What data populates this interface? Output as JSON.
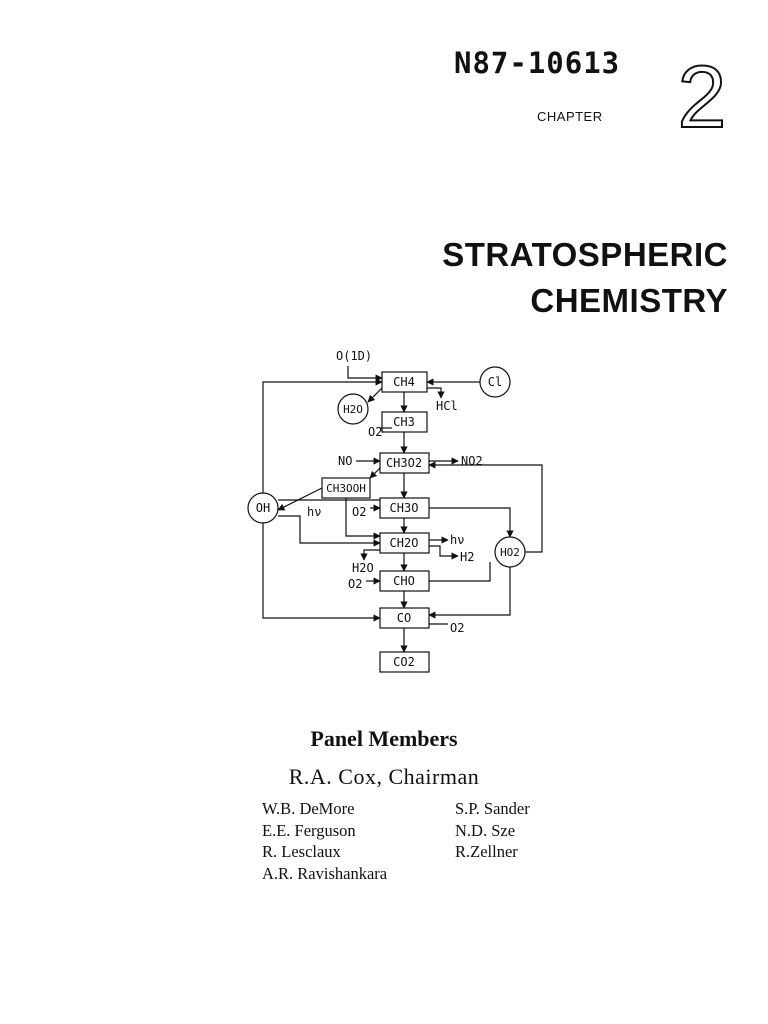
{
  "report_number": "N87-10613",
  "chapter": {
    "label": "CHAPTER",
    "number": "2"
  },
  "title": {
    "line1": "STRATOSPHERIC",
    "line2": "CHEMISTRY"
  },
  "diagram": {
    "species": {
      "ch4": "CH4",
      "ch3": "CH3",
      "ch3o2": "CH3O2",
      "ch3ooh": "CH3OOH",
      "ch3o": "CH3O",
      "ch2o": "CH2O",
      "cho": "CHO",
      "co": "CO",
      "co2": "CO2",
      "oh": "OH",
      "ho2": "HO2",
      "h2o_circle": "H2O",
      "cl": "Cl"
    },
    "labels": {
      "o1d": "O(1D)",
      "hcl": "HCl",
      "o2": "O2",
      "no": "NO",
      "no2": "NO2",
      "hv": "hν",
      "h2": "H2",
      "h2o": "H2O"
    }
  },
  "panel": {
    "heading": "Panel Members",
    "chairman": "R.A. Cox, Chairman",
    "members_left": [
      "W.B. DeMore",
      "E.E. Ferguson",
      "R. Lesclaux",
      "A.R. Ravishankara"
    ],
    "members_right": [
      "S.P. Sander",
      "N.D. Sze",
      "R.Zellner"
    ]
  }
}
